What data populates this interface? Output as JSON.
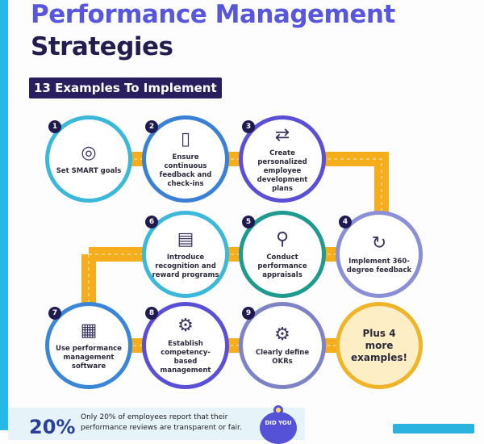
{
  "header": {
    "title_line1": "Performance Management",
    "title_line2": "Strategies",
    "subtitle": "13 Examples To Implement"
  },
  "colors": {
    "accent": "#5856dd",
    "dark": "#221c4f",
    "path": "#f6ad1b",
    "sidebar": "#27b9e6"
  },
  "steps": [
    {
      "number": "1",
      "label": "Set SMART goals",
      "icon": "target-icon",
      "color": "#3cb8da"
    },
    {
      "number": "2",
      "label": "Ensure continuous feedback and check-ins",
      "icon": "phone-feedback-icon",
      "color": "#3a80d6"
    },
    {
      "number": "3",
      "label": "Create personalized employee development plans",
      "icon": "roadmap-icon",
      "color": "#5b4fd6"
    },
    {
      "number": "4",
      "label": "Implement 360-degree feedback",
      "icon": "360-feedback-icon",
      "color": "#8a8fd6"
    },
    {
      "number": "5",
      "label": "Conduct performance appraisals",
      "icon": "magnifier-person-icon",
      "color": "#1f9a8f"
    },
    {
      "number": "6",
      "label": "Introduce recognition and reward programs",
      "icon": "certificate-icon",
      "color": "#3cb8da"
    },
    {
      "number": "7",
      "label": "Use performance management software",
      "icon": "dashboard-chart-icon",
      "color": "#3a86d9"
    },
    {
      "number": "8",
      "label": "Establish competency-based management",
      "icon": "checklist-gear-icon",
      "color": "#5a4fd6"
    },
    {
      "number": "9",
      "label": "Clearly define OKRs",
      "icon": "gears-cycle-icon",
      "color": "#7d83c6"
    }
  ],
  "more": {
    "label": "Plus 4 more examples!",
    "color": "#f0b429"
  },
  "fact": {
    "percent": "20%",
    "text": "Only 20% of employees report that their performance reviews are transparent or fair.",
    "badge": "DID YOU"
  }
}
